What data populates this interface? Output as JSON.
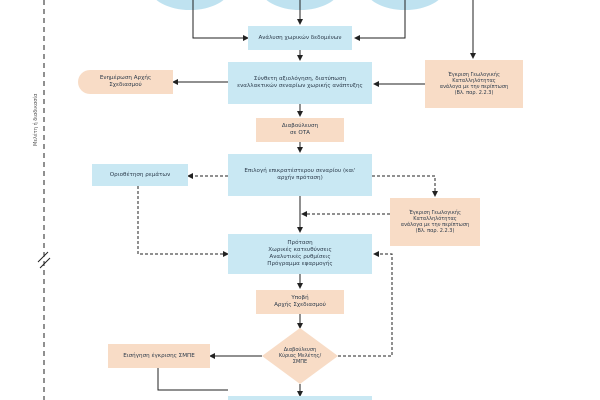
{
  "side_label": "Μελέτη ή διαδικασία",
  "colors": {
    "blue": "#c9e8f3",
    "peach": "#f8dcc6",
    "top_circles": "#bfe2f0",
    "arrow": "#222222"
  },
  "nodes": {
    "n1": "Ανάλυση χωρικών δεδομένων",
    "n2": "Σύνθετη αξιολόγηση, διατύπωση\nεναλλακτικών σεναρίων χωρικής ανάπτυξης",
    "n3": "Διαβούλευση\nσε ΟΤΑ",
    "n4": "Επιλογή επικρατέστερου σεναρίου (και'\nαρχήν πρόταση)",
    "n5": "Πρόταση\nΧωρικές κατευθύνσεις\nΑναλυτικές ρυθμίσεις\nΠρόγραμμα εφαρμογής",
    "n6": "Υποβή\nΑρχής Σχεδιασμού",
    "n7": "Διαβούλευση\nΚύριας Μελέτης/\nΣΜΠΕ",
    "left1": "Ενημέρωση Αρχής\nΣχεδιασμού",
    "left2": "Οριοθέτηση ρεμάτων",
    "left3": "Εισήγηση έγκρισης ΣΜΠΕ",
    "right1": "Έγκριση Γεωλογικής\nΚαταλληλότητας\nανάλογα με την περίπτωση\n(Βλ. παρ. 2.2.3)",
    "right2": "Έγκριση Γεωλογικής\nΚαταλληλότητας\nανάλογα με την περίπτωση\n(Βλ. παρ. 2.2.3)"
  }
}
